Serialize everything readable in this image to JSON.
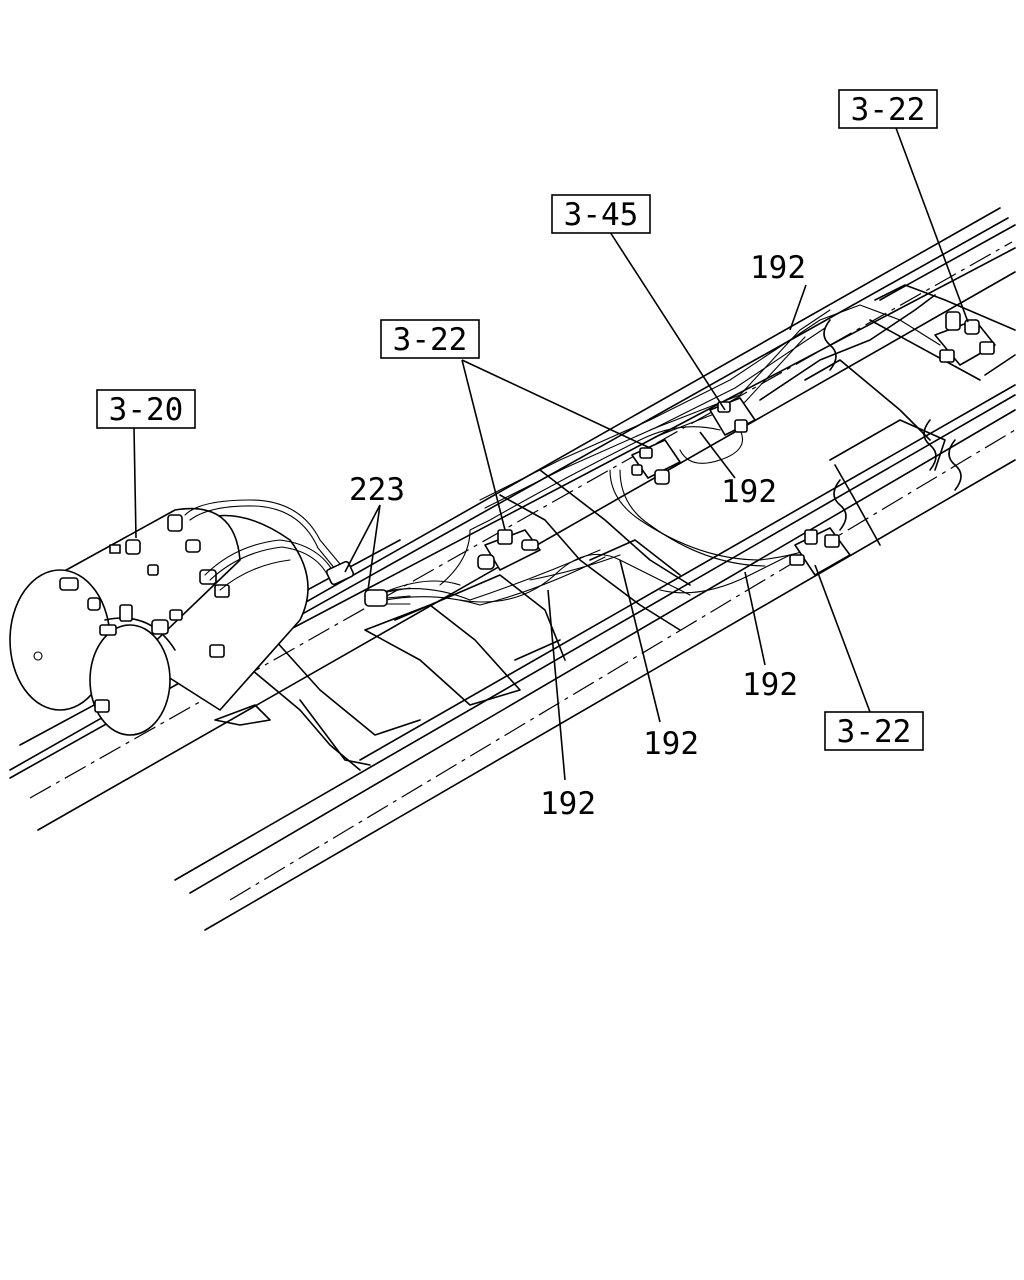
{
  "diagram": {
    "references": [
      {
        "id": "ref-3-20",
        "text": "3-20"
      },
      {
        "id": "ref-3-22-center",
        "text": "3-22"
      },
      {
        "id": "ref-3-45",
        "text": "3-45"
      },
      {
        "id": "ref-3-22-top",
        "text": "3-22"
      },
      {
        "id": "ref-3-22-bottom",
        "text": "3-22"
      }
    ],
    "callouts": [
      {
        "id": "part-223",
        "text": "223"
      },
      {
        "id": "part-192-top",
        "text": "192"
      },
      {
        "id": "part-192-mid",
        "text": "192"
      },
      {
        "id": "part-192-right",
        "text": "192"
      },
      {
        "id": "part-192-center",
        "text": "192"
      },
      {
        "id": "part-192-bottom",
        "text": "192"
      }
    ]
  }
}
